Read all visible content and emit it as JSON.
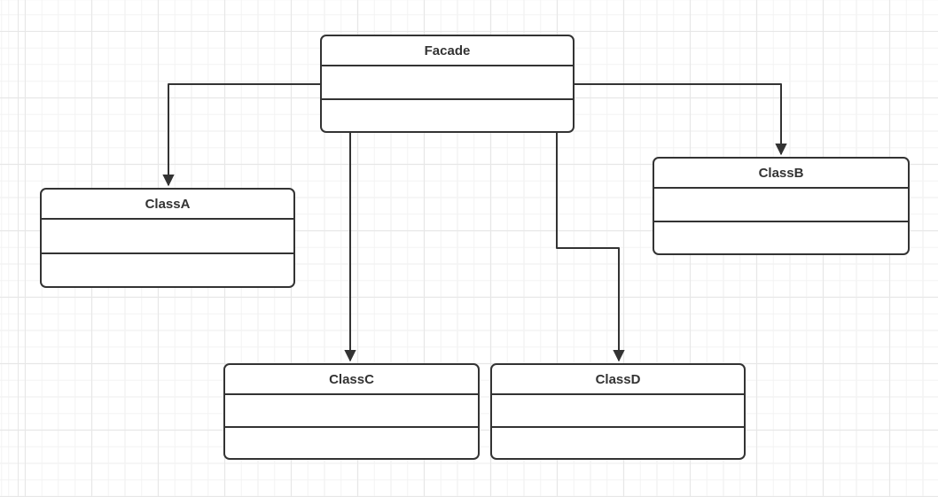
{
  "diagram": {
    "kind": "uml-class-diagram",
    "pattern": "Facade",
    "nodes": {
      "facade": {
        "label": "Facade"
      },
      "classA": {
        "label": "ClassA"
      },
      "classB": {
        "label": "ClassB"
      },
      "classC": {
        "label": "ClassC"
      },
      "classD": {
        "label": "ClassD"
      }
    },
    "edges": [
      {
        "from": "Facade",
        "to": "ClassA",
        "style": "orthogonal-arrow"
      },
      {
        "from": "Facade",
        "to": "ClassB",
        "style": "orthogonal-arrow"
      },
      {
        "from": "Facade",
        "to": "ClassC",
        "style": "orthogonal-arrow"
      },
      {
        "from": "Facade",
        "to": "ClassD",
        "style": "orthogonal-arrow"
      }
    ],
    "colors": {
      "stroke": "#333333",
      "node_fill": "#ffffff",
      "text": "#333333",
      "grid_minor": "#f3f3f3",
      "grid_major": "#e7e7e7",
      "background": "#ffffff"
    }
  }
}
